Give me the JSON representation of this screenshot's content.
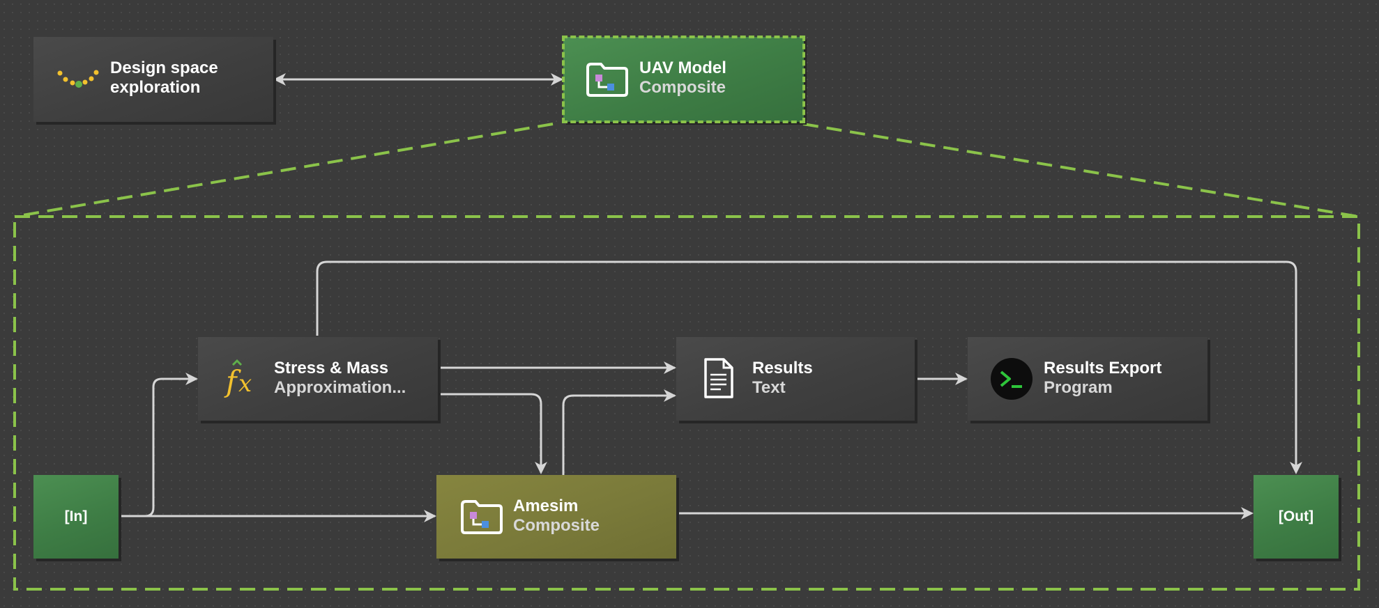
{
  "nodes": {
    "dse": {
      "title_line1": "Design space",
      "title_line2": "exploration"
    },
    "uav": {
      "title": "UAV Model",
      "subtitle": "Composite"
    },
    "stress": {
      "title": "Stress & Mass",
      "subtitle": "Approximation..."
    },
    "results": {
      "title": "Results",
      "subtitle": "Text"
    },
    "export": {
      "title": "Results Export",
      "subtitle": "Program"
    },
    "amesim": {
      "title": "Amesim",
      "subtitle": "Composite"
    },
    "port_in": {
      "label": "[In]"
    },
    "port_out": {
      "label": "[Out]"
    }
  },
  "icons": {
    "dse": "design-space-dots-icon",
    "uav": "folder-composite-icon",
    "stress": "function-fx-icon",
    "results": "text-document-icon",
    "export": "terminal-program-icon",
    "amesim": "folder-composite-icon"
  },
  "colors": {
    "background": "#3b3b3b",
    "node": "#404040",
    "node_green": "#3e7d45",
    "node_olive": "#7a7a3a",
    "selection": "#8bc34a",
    "connector": "#d6d6d6",
    "fx_icon": "#f2c12e"
  }
}
